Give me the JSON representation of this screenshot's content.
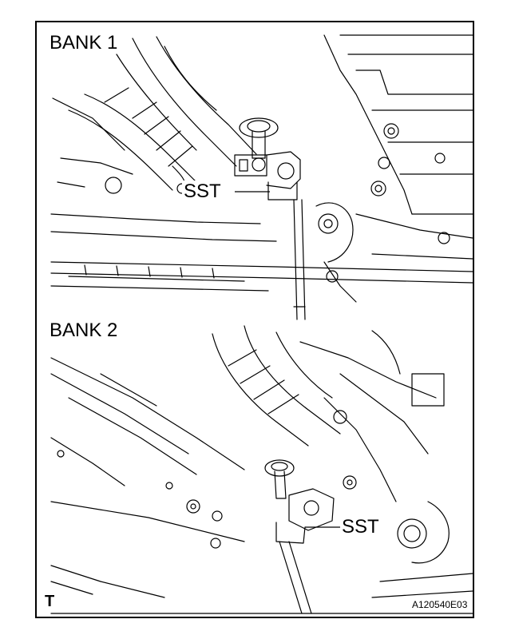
{
  "figure": {
    "bank1_label": "BANK 1",
    "bank2_label": "BANK 2",
    "sst_label_top": "SST",
    "sst_label_bottom": "SST",
    "figure_code": "A120540E03",
    "corner_mark": "T"
  },
  "colors": {
    "line": "#000000",
    "background": "#ffffff"
  }
}
